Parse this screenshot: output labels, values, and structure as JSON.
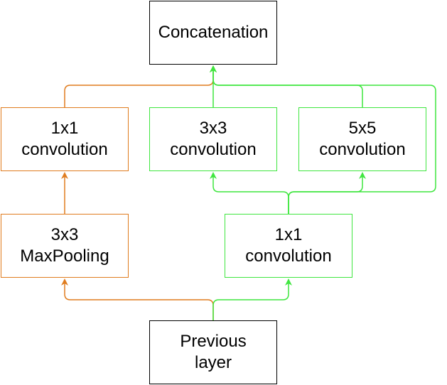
{
  "colors": {
    "orange": "#E07C1E",
    "green": "#3FE63F",
    "black": "#000000"
  },
  "nodes": {
    "concatenation": {
      "lines": [
        "Concatenation"
      ]
    },
    "conv1x1_left": {
      "lines": [
        "1x1",
        "convolution"
      ]
    },
    "conv3x3": {
      "lines": [
        "3x3",
        "convolution"
      ]
    },
    "conv5x5": {
      "lines": [
        "5x5",
        "convolution"
      ]
    },
    "maxpool": {
      "lines": [
        "3x3",
        "MaxPooling"
      ]
    },
    "conv1x1_right": {
      "lines": [
        "1x1",
        "convolution"
      ]
    },
    "previous": {
      "lines": [
        "Previous",
        "layer"
      ]
    }
  }
}
